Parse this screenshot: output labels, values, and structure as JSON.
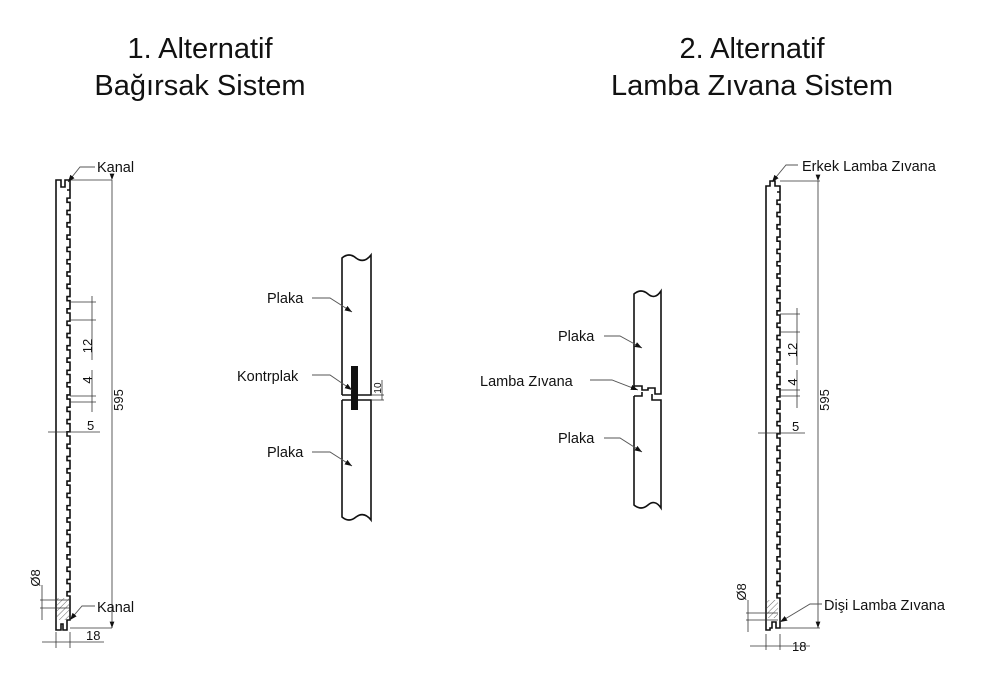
{
  "titles": {
    "alt1_line1": "1. Alternatif",
    "alt1_line2": "Bağırsak Sistem",
    "alt2_line1": "2. Alternatif",
    "alt2_line2": "Lamba Zıvana Sistem"
  },
  "alt1": {
    "label_top": "Kanal",
    "label_bottom": "Kanal",
    "dim_height": "595",
    "dim_12": "12",
    "dim_4": "4",
    "dim_5": "5",
    "dim_dia": "Ø8",
    "dim_width": "18"
  },
  "joint1": {
    "label_top_plate": "Plaka",
    "label_plywood": "Kontrplak",
    "label_bottom_plate": "Plaka",
    "dim_gap": "10"
  },
  "joint2": {
    "label_top_plate": "Plaka",
    "label_tongue": "Lamba Zıvana",
    "label_bottom_plate": "Plaka"
  },
  "alt2": {
    "label_top": "Erkek Lamba Zıvana",
    "label_bottom": "Dişi Lamba Zıvana",
    "dim_height": "595",
    "dim_12": "12",
    "dim_4": "4",
    "dim_5": "5",
    "dim_dia": "Ø8",
    "dim_width": "18"
  }
}
